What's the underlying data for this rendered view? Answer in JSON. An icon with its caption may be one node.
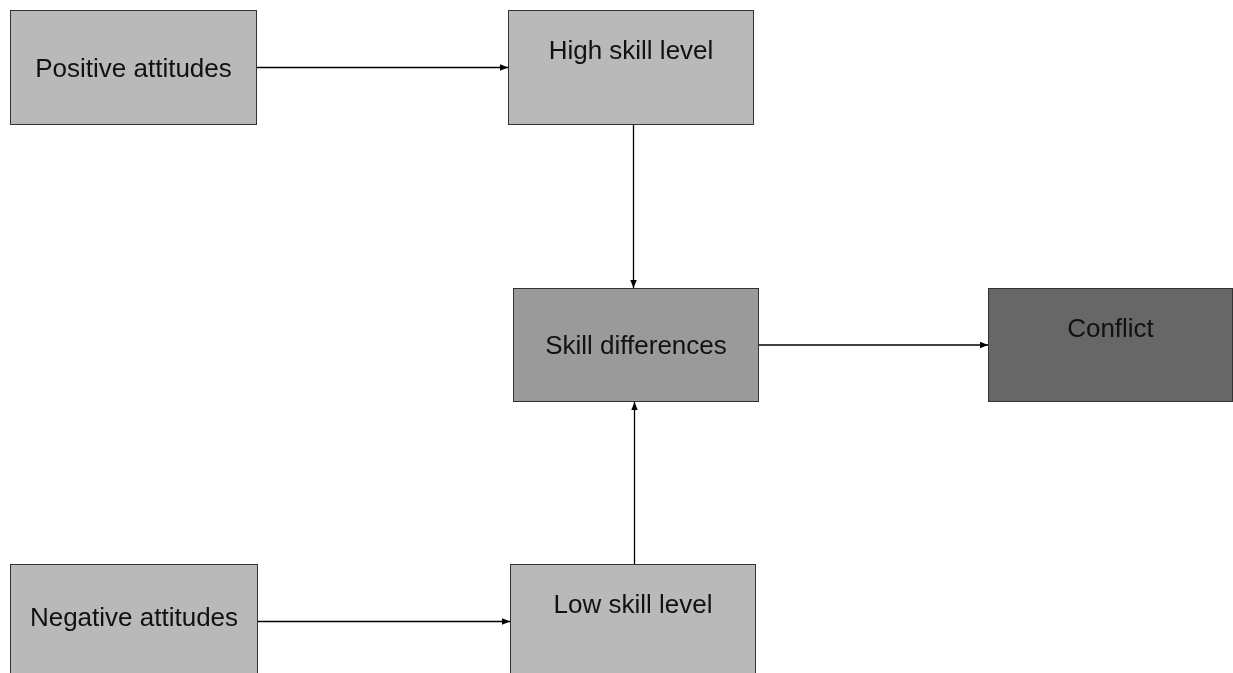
{
  "diagram": {
    "nodes": [
      {
        "text": [
          "Positive attitudes"
        ]
      },
      {
        "text": [
          "High skill level"
        ]
      },
      {
        "text": [
          "Skill differences"
        ]
      },
      {
        "text": [
          "Conflict"
        ]
      },
      {
        "text": [
          "Negative attitudes"
        ]
      },
      {
        "text": [
          "Low skill level"
        ]
      }
    ],
    "edges": [
      {
        "from": 0,
        "to": 1,
        "arrow": "to"
      },
      {
        "from": 1,
        "to": 2,
        "arrow": "to"
      },
      {
        "from": 2,
        "to": 3,
        "arrow": "to"
      },
      {
        "from": 4,
        "to": 5,
        "arrow": "to"
      },
      {
        "from": 5,
        "to": 2,
        "arrow": "to"
      }
    ]
  }
}
